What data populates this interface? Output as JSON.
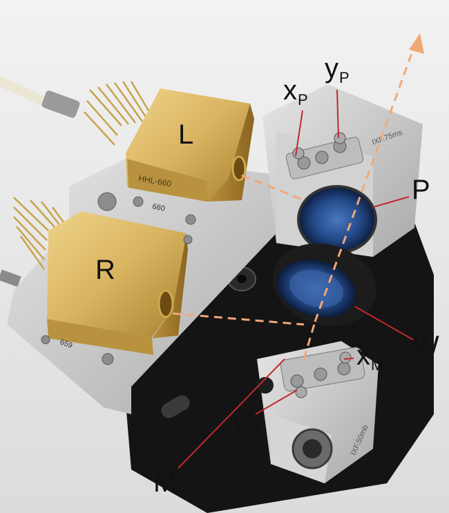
{
  "labels": {
    "L": "L",
    "R": "R",
    "P": "P",
    "W": "W",
    "M": "M",
    "x_p": "x",
    "x_p_sub": "P",
    "y_p": "y",
    "y_p_sub": "P",
    "x_m": "x",
    "x_m_sub": "M",
    "y_m": "y",
    "y_m_sub": "M"
  },
  "engraved": {
    "lasers_top": "HHL-660",
    "lasers_top_num": "660",
    "lasers_bottom_num": "659",
    "mount_p": "IXF.75ms",
    "mount_m": "IXF.50mb"
  },
  "colors": {
    "beam": "#f0a878",
    "leader": "#c0282f",
    "gold": "#d4b15c",
    "plate": "#151515",
    "aluminum": "#c9c9c9"
  }
}
